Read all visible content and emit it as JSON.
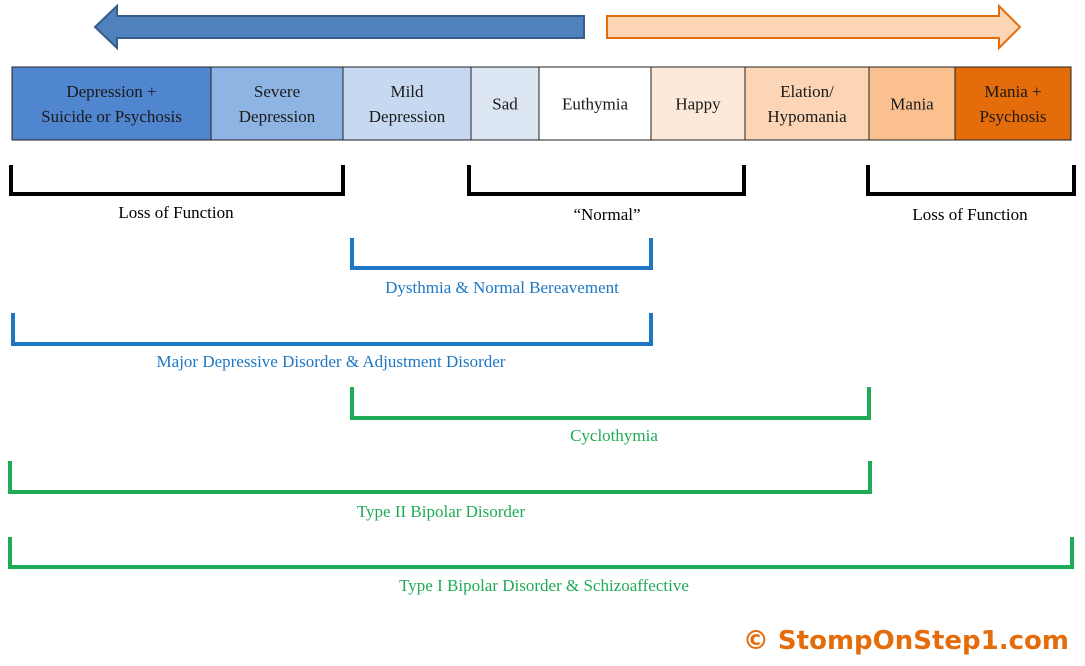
{
  "spectrum": [
    {
      "lines": [
        "Depression +",
        "Suicide or Psychosis"
      ],
      "fill": "#4f86cf"
    },
    {
      "lines": [
        "Severe",
        "Depression"
      ],
      "fill": "#8db4e2"
    },
    {
      "lines": [
        "Mild",
        "Depression"
      ],
      "fill": "#c6d9f1"
    },
    {
      "lines": [
        "Sad"
      ],
      "fill": "#dce6f2"
    },
    {
      "lines": [
        "Euthymia"
      ],
      "fill": "#ffffff"
    },
    {
      "lines": [
        "Happy"
      ],
      "fill": "#fde9d9"
    },
    {
      "lines": [
        "Elation/",
        "Hypomania"
      ],
      "fill": "#fbd5b5"
    },
    {
      "lines": [
        "Mania"
      ],
      "fill": "#fac090"
    },
    {
      "lines": [
        "Mania +",
        "Psychosis"
      ],
      "fill": "#e46c0a"
    }
  ],
  "arrows": {
    "left": {
      "fill": "#4f81bd",
      "stroke": "#385d8a",
      "direction": "left"
    },
    "right": {
      "fill": "#fcd5b4",
      "stroke": "#e46c0a",
      "direction": "right"
    }
  },
  "brackets": [
    {
      "label": "Loss of Function",
      "color": "#000000",
      "from_cell": 0,
      "to_cell": 1
    },
    {
      "label": "“Normal”",
      "color": "#000000",
      "from_cell": 3,
      "to_cell": 5
    },
    {
      "label": "Loss of Function",
      "color": "#000000",
      "from_cell": 7,
      "to_cell": 8
    },
    {
      "label": "Dysthmia & Normal Bereavement",
      "color": "#1f77c4",
      "from_cell": 2,
      "to_cell": 4
    },
    {
      "label": "Major Depressive Disorder & Adjustment Disorder",
      "color": "#1f77c4",
      "from_cell": 0,
      "to_cell": 4
    },
    {
      "label": "Cyclothymia",
      "color": "#1faa55",
      "from_cell": 2,
      "to_cell": 6
    },
    {
      "label": "Type II Bipolar Disorder",
      "color": "#1faa55",
      "from_cell": 0,
      "to_cell": 6
    },
    {
      "label": "Type I Bipolar Disorder & Schizoaffective",
      "color": "#1faa55",
      "from_cell": 0,
      "to_cell": 8
    }
  ],
  "copyright": "© StompOnStep1.com"
}
